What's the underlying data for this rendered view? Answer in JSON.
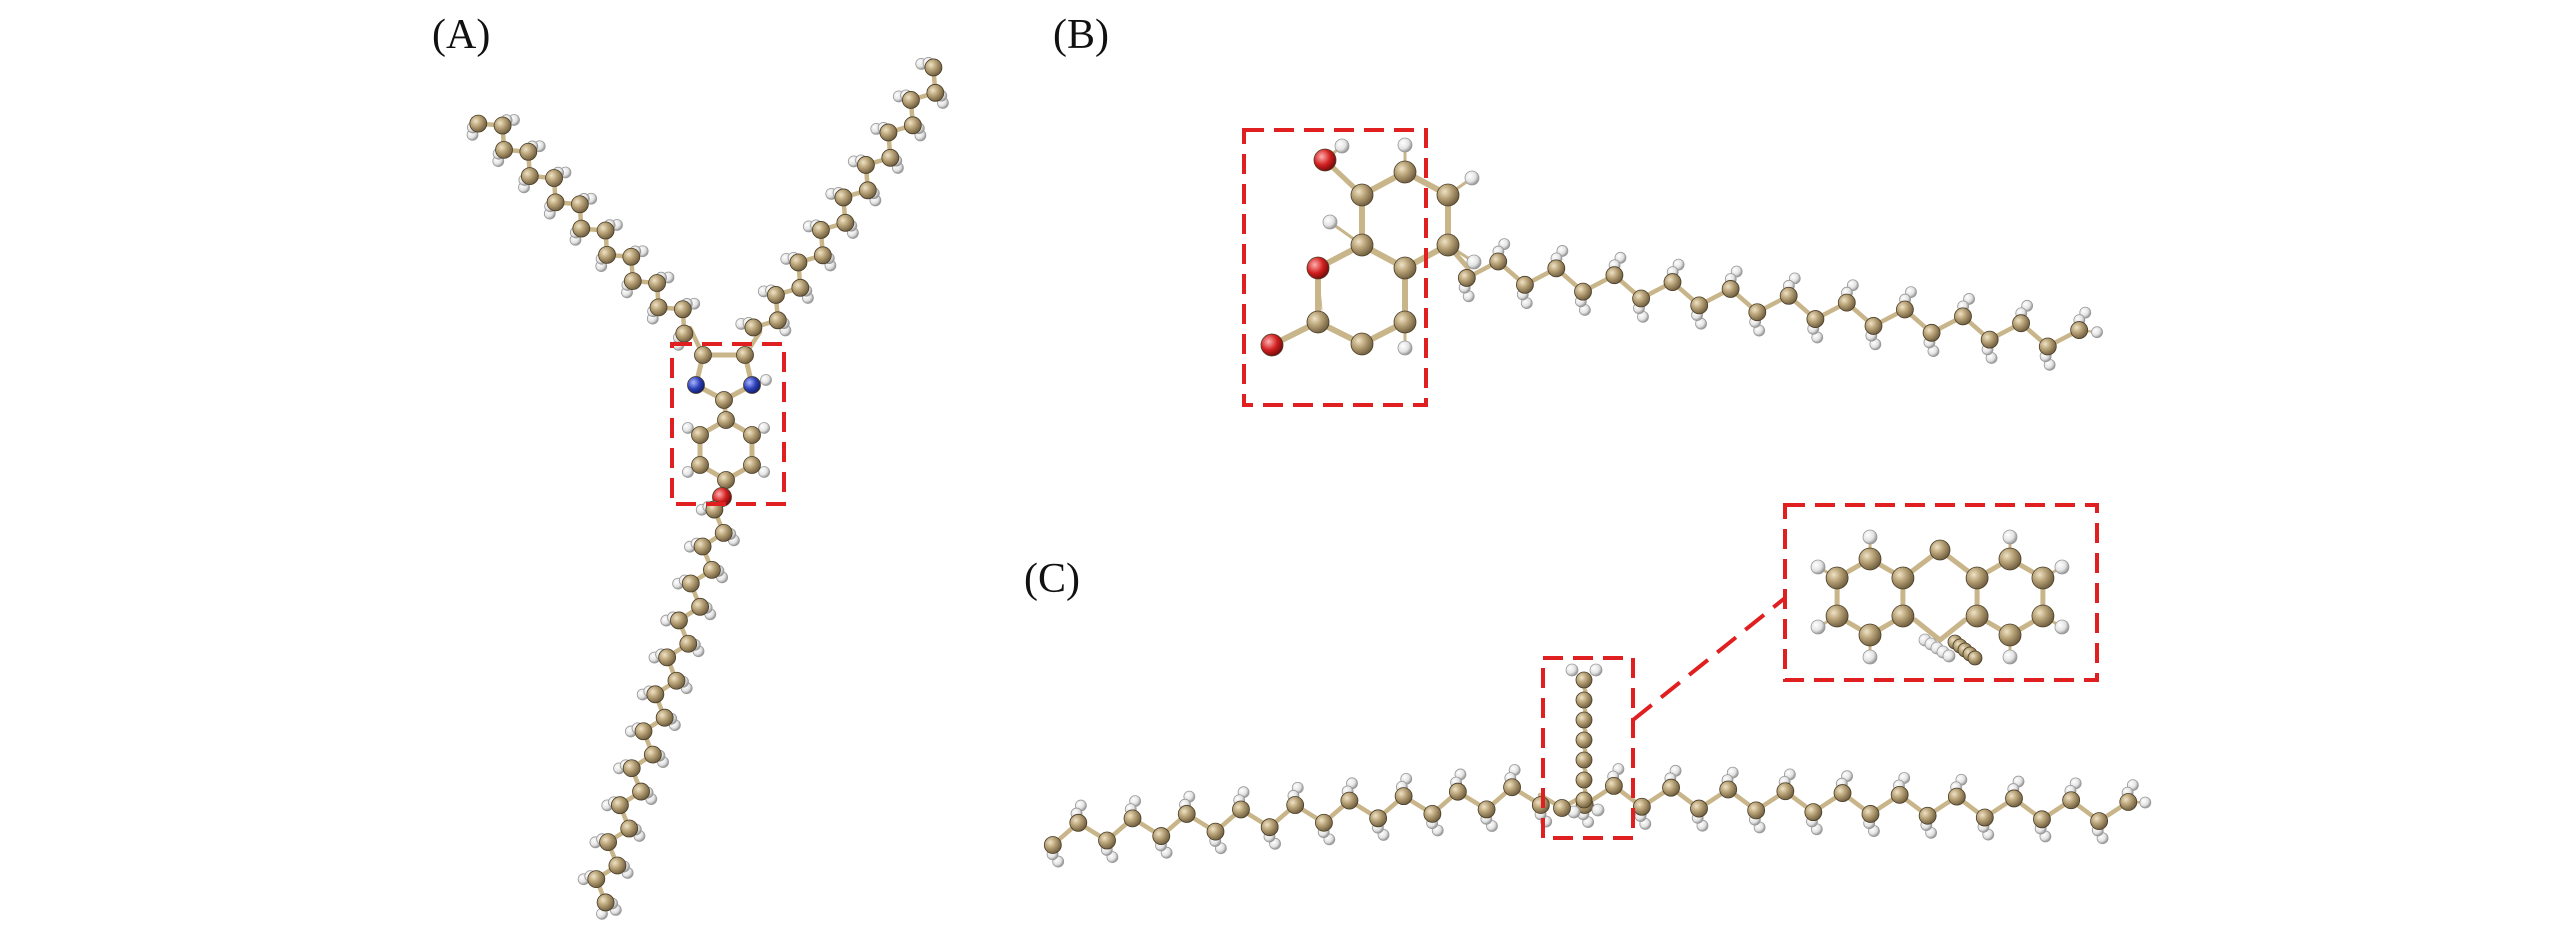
{
  "figure": {
    "panels": [
      {
        "id": "A",
        "label": "(A)"
      },
      {
        "id": "B",
        "label": "(B)"
      },
      {
        "id": "C",
        "label": "(C)"
      }
    ],
    "colors": {
      "carbon": "#a8946a",
      "carbon_dark": "#6b5a3c",
      "hydrogen": "#e6e6e6",
      "hydrogen_edge": "#8a8a8a",
      "nitrogen": "#2b3fb8",
      "oxygen": "#d21f1f",
      "bond": "#c9b58a",
      "highlight": "#e02020"
    }
  }
}
